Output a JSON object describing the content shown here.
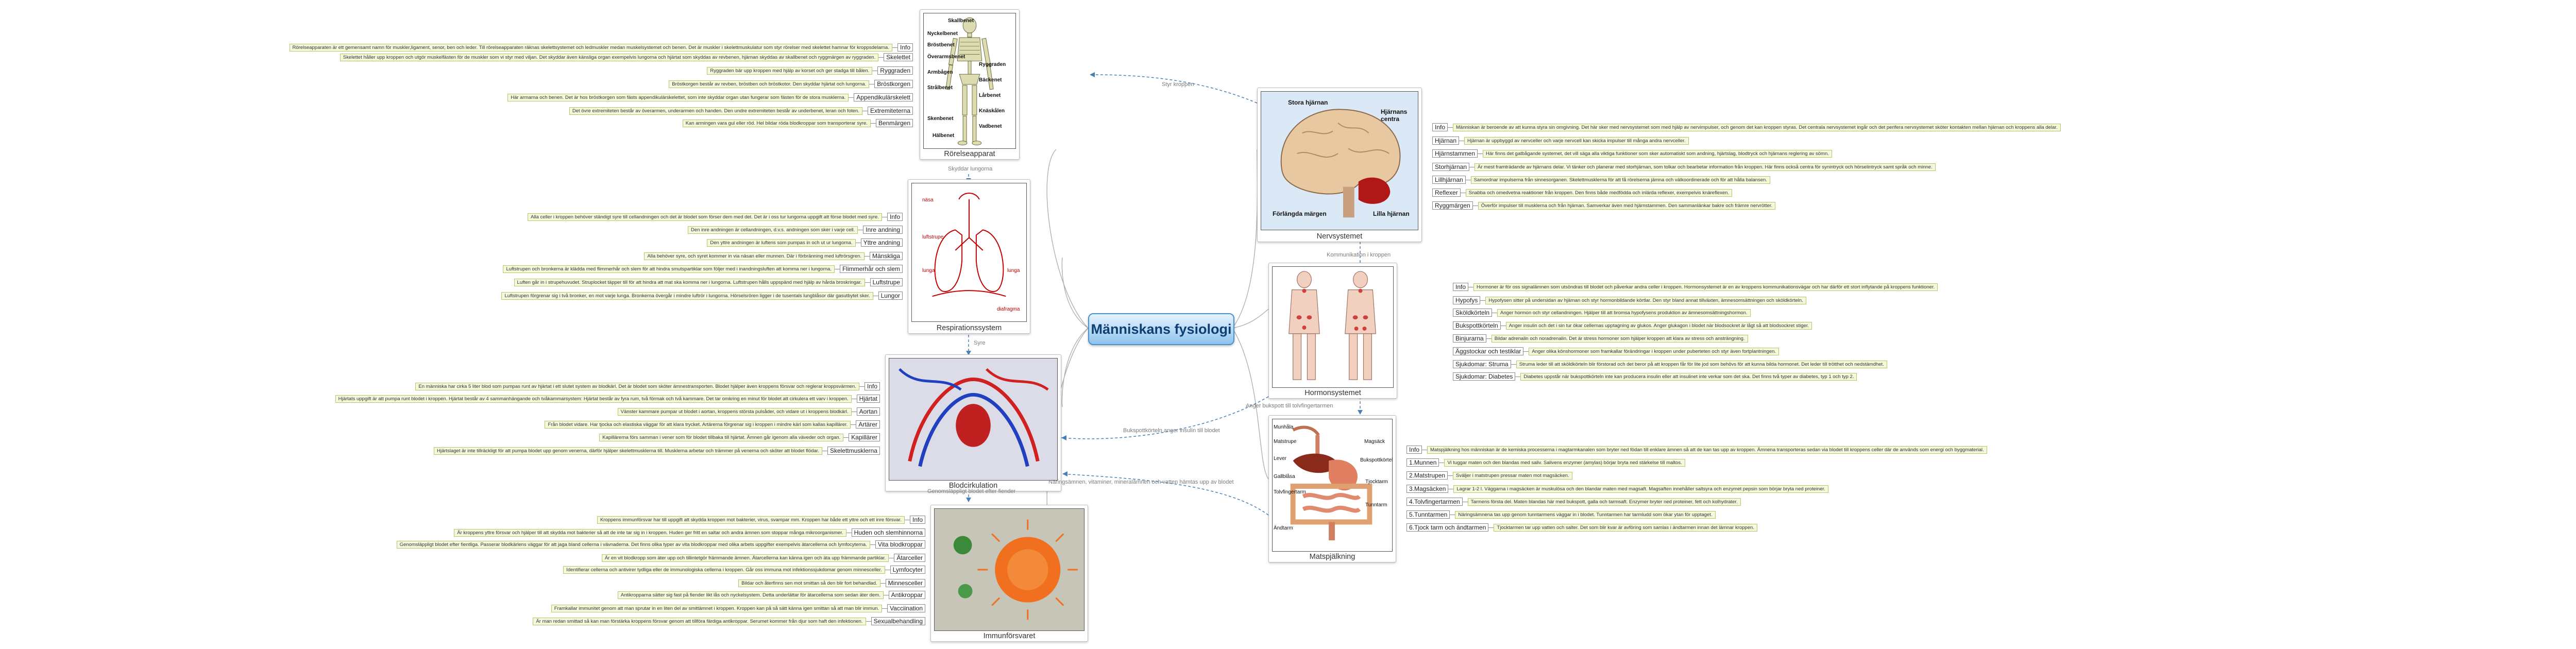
{
  "central_topic": "Människans fysiologi",
  "systems": {
    "rorelse": {
      "caption": "Rörelseapparat",
      "diagram_labels": [
        "Skallbenet",
        "Nyckelbenet",
        "Bröstbenet",
        "Överarmsbenet",
        "Ryggraden",
        "Bäckenet",
        "Armbågen",
        "Strålbenet",
        "Lårbenet",
        "Knäskålen",
        "Skenbenet",
        "Vadbenet",
        "Hälbenet"
      ],
      "items": [
        {
          "label": "Info",
          "note": "Rörelseapparaten är ett gemensamt namn för muskler,ligament, senor, ben och leder. Till rörelseapparaten räknas skelettsystemet och ledmuskler medan muskelsystemet och benen. Det är muskler i skelettmuskulatur som styr rörelser med skelettet hamnar för kroppsdelarna."
        },
        {
          "label": "Skelettet",
          "note": "Skelettet håller upp kroppen och utgör muskelfästen för de muskler som vi styr med viljan. Det skyddar även känsliga organ exempelvis lungorna och hjärtat som skyddas av revbenen, hjärnan skyddas av skallbenet och ryggmärgen av ryggraden."
        },
        {
          "label": "Ryggraden",
          "note": "Ryggraden bär upp kroppen med hjälp av korset och ger stadga till bålen."
        },
        {
          "label": "Bröstkorgen",
          "note": "Bröstkorgen består av revben, bröstben och bröstkotor. Den skyddar hjärtat och lungorna."
        },
        {
          "label": "Appendikulärskelett",
          "note": "Här armarna och benen. Det är hos bröstkorgen som fästs appendikulärskelettet, som inte skyddar organ utan fungerar som fästen för de stora musklerna."
        },
        {
          "label": "Extremiteterna",
          "note": "Det övre extremiteten består av överarmen, underarmen och handen. Den undre extremiteten består av underbenet, leran och foten."
        },
        {
          "label": "Benmärgen",
          "note": "Kan armingen vara gul eller röd. Hel bildar röda blodkroppar som transporterar syre."
        }
      ]
    },
    "respiration": {
      "caption": "Respirationssystem",
      "diagram_labels": [
        "näsa",
        "luftstrupe",
        "lunga",
        "lunga",
        "diafragma"
      ],
      "items": [
        {
          "label": "Info",
          "note": "Alla celler i kroppen behöver ständigt syre till cellandningen och det är blodet som förser dem med det. Det är i oss tur lungorna uppgift att förse blodet med syre."
        },
        {
          "label": "Inre andning",
          "note": "Den inre andningen är cellandningen, d.v.s. andningen som sker i varje cell."
        },
        {
          "label": "Yttre andning",
          "note": "Den yttre andningen är luftens som pumpas in och ut ur lungorna."
        },
        {
          "label": "Mänskliga",
          "note": "Alla behöver syre, och syret kommer in via näsan eller munnen. Där i förbränning med luftrörsgren."
        },
        {
          "label": "Flimmerhår och slem",
          "note": "Luftstrupen och bronkerna är klädda med flimmerhår och slem för att hindra smutspartiklar som följer med i inandningsluften att komma ner i lungorna."
        },
        {
          "label": "Luftstrupe",
          "note": "Luften går in i strupehuvudet. Struplocket täpper till för att hindra att mat ska komma ner i lungorna. Luftstrupen hålls uppspänd med hjälp av hårda broskringar."
        },
        {
          "label": "Lungor",
          "note": "Luftstrupen förgrenar sig i två bronker, en mot varje lunga. Bronkerna övergår i mindre luftrör i lungorna. Hörselsrören ligger i de tusentals lungblåsor där gasutbytet sker."
        }
      ]
    },
    "blod": {
      "caption": "Blodcirkulation",
      "items": [
        {
          "label": "Info",
          "note": "En människa har cirka 5 liter blod som pumpas runt av hjärtat i ett slutet system av blodkärl. Det är blodet som sköter ämnestransporten. Blodet hjälper även kroppens försvar och reglerar kroppsvärmen."
        },
        {
          "label": "Hjärtat",
          "note": "Hjärtats uppgift är att pumpa runt blodet i kroppen. Hjärtat består av 4 sammanhängande och tvåkammarsystem: Hjärtat består av fyra rum, två förmak och två kammare. Det tar omkring en minut för blodet att cirkulera ett varv i kroppen."
        },
        {
          "label": "Aortan",
          "note": "Vänster kammare pumpar ut blodet i aortan, kroppens största pulsåder, och vidare ut i kroppens blodkärl."
        },
        {
          "label": "Artärer",
          "note": "Från blodet vidare. Har tjocka och elastiska väggar för att klara trycket. Artärerna förgrenar sig i kroppen i mindre kärl som kallas kapillärer."
        },
        {
          "label": "Kapillärer",
          "note": "Kapillärerna förs samman i vener som för blodet tillbaka till hjärtat. Ämnen går igenom alla väveder och organ."
        },
        {
          "label": "Skelettmusklerna",
          "note": "Hjärtslaget är inte tillräckligt för att pumpa blodet upp genom venerna, därför hjälper skelettmusklerna till. Musklerna arbetar och trämmer på venerna och sköter att blodet flödar."
        }
      ]
    },
    "immun": {
      "caption": "Immunförsvaret",
      "items": [
        {
          "label": "Info",
          "note": "Kroppens immunförsvar har till uppgift att skydda kroppen mot bakterier, virus, svampar mm. Kroppen har både ett yttre och ett inre försvar."
        },
        {
          "label": "Huden och slemhinnorna",
          "note": "Är kroppens yttre försvar och hjälper till att skydda mot bakterier så att de inte tar sig in i kroppen. Huden ger fritt en saltar och andra ämnen som stoppar många mikroorganismer."
        },
        {
          "label": "Vita blodkroppar",
          "note": "Genomsläppligt blodet efter fientliga. Passerar blodkärlens väggar för att jaga bland cellerna i vävnaderna. Det finns olika typer av vita blodkroppar med olika arbets uppgifter exempelvis ätarcellerna och lymfocyterna."
        },
        {
          "label": "Ätarceller",
          "note": "Är en vit blodkropp som äter upp och tillintetgör främmande ämnen. Ätarcellerna kan känna igen och äta upp främmande partiklar."
        },
        {
          "label": "Lymfocyter",
          "note": "Identifierar cellerna och antivirer tydliga eller de immunologiska cellerna i kroppen. Går oss immuna mot infektionssjukdomar genom minnesceller."
        },
        {
          "label": "Minnesceller",
          "note": "Bildar och återfinns sen mot smittan så den blir fort behandlad."
        },
        {
          "label": "Antikroppar",
          "note": "Antikropparna sätter sig fast på fiender likt lås och nyckelsystem. Detta underlättar för ätarcellerna som sedan äter dem."
        },
        {
          "label": "Vacciination",
          "note": "Framkallar immunitet genom att man sprutar in en liten del av smittämnet i kroppen. Kroppen kan på så sätt känna igen smittan så att man blir immun."
        },
        {
          "label": "Sexualbehandling",
          "note": "Är man redan smittad så kan man förstärka kroppens försvar genom att tillföra färdiga antikroppar. Serumet kommer från djur som haft den infektionen."
        }
      ]
    },
    "nerv": {
      "caption": "Nervsystemet",
      "diagram_labels": [
        "Stora hjärnan",
        "Hjärnans centra",
        "Förlängda märgen",
        "Lilla hjärnan"
      ],
      "items": [
        {
          "label": "Info",
          "note": "Människan är beroende av att kunna styra sin omgivning. Det här sker med nervsystemet som med hjälp av nervimpulser, och genom det kan kroppen styras. Det centrala nervsystemet ingår och det perifera nervsystemet sköter kontakten mellan hjärnan och kroppens alla delar."
        },
        {
          "label": "Hjärnan",
          "note": "Hjärnan är uppbyggd av nervceller och varje nervcell kan skicka impulser till många andra nervceller."
        },
        {
          "label": "Hjärnstammen",
          "note": "Här finns det gatbågande systemet, det vill säga alla viktiga funktioner som sker automatiskt som andning, hjärtslag, blodtryck och hjärnans reglering av sömn."
        },
        {
          "label": "Storhjärnan",
          "note": "Är mest framträdande av hjärnans delar. Vi tänker och planerar med storhjärnan, som tolkar och bearbetar information från kroppen. Här finns också centra för synintryck och hörselintryck samt språk och minne."
        },
        {
          "label": "Lillhjärnan",
          "note": "Samordnar impulserna från sinnesorganen. Skelettmusklerna för att få rörelserna jämna och välkoordinerade och för att hålla balansen."
        },
        {
          "label": "Reflexer",
          "note": "Snabba och omedvetna reaktioner från kroppen. Den finns både medfödda och inlärda reflexer, exempelvis knäreflexen."
        },
        {
          "label": "Ryggmärgen",
          "note": "Överför impulser till musklerna och från hjärnan. Samverkar även med hjärnstammen. Den sammanlänkar bakre och främre nervrötter."
        }
      ]
    },
    "hormon": {
      "caption": "Hormonsystemet",
      "items": [
        {
          "label": "Info",
          "note": "Hormoner är för oss signalämnen som utsöndras till blodet och påverkar andra celler i kroppen. Hormonsystemet är en av kroppens kommunikationsvägar och har därför ett stort inflytande på kroppens funktioner."
        },
        {
          "label": "Hypofys",
          "note": "Hypofysen sitter på undersidan av hjärnan och styr hormonbildande körtlar. Den styr bland annat tillväxten, ämnesomsättningen och sköldkörteln."
        },
        {
          "label": "Sköldkörteln",
          "note": "Anger hormon och styr cellandningen. Hjälper till att bromsa hypofysens produktion av ämnesomsättningshormon."
        },
        {
          "label": "Bukspottkörteln",
          "note": "Anger insulin och det i sin tur ökar cellernas upptagning av glukos. Anger glukagon i blodet när blodsockret är lågt så att blodsockret stiger."
        },
        {
          "label": "Binjurarna",
          "note": "Bildar adrenalin och noradrenalin. Det är stress hormoner som hjälper kroppen att klara av stress och ansträngning."
        },
        {
          "label": "Äggstockar och testiklar",
          "note": "Anger olika könshormoner som framkallar förändringar i kroppen under puberteten och styr även fortplantningen."
        },
        {
          "label": "Sjukdomar: Struma",
          "note": "Struma leder till att sköldkörteln blir förstorad och det beror på att kroppen får för lite jod som behövs för att kunna bilda hormonet. Det leder till trötthet och nedstämdhet."
        },
        {
          "label": "Sjukdomar: Diabetes",
          "note": "Diabetes uppstår när bukspottkörteln inte kan producera insulin eller att insulinet inte verkar som det ska. Det finns två typer av diabetes, typ 1 och typ 2."
        }
      ]
    },
    "mat": {
      "caption": "Matspjälkning",
      "diagram_labels": [
        "Munhåla",
        "Matstrupe",
        "Lever",
        "Magsäck",
        "Gallblåsa",
        "Bukspottkörtel",
        "Tolvfingertarm",
        "Tjocktarm",
        "Tunntarm",
        "Ändtarm"
      ],
      "items": [
        {
          "label": "Info",
          "note": "Matspjälkning hos människan är de kemiska processerna i magtarmkanalen som bryter ned födan till enklare ämnen så att de kan tas upp av kroppen. Ämnena transporteras sedan via blodet till kroppens celler där de används som energi och byggmaterial."
        },
        {
          "label": "1.Munnen",
          "note": "Vi tuggar maten och den blandas med saliv. Salivens enzymer (amylas) börjar bryta ned stärkelse till maltos."
        },
        {
          "label": "2.Matstrupen",
          "note": "Sväljer i matstrupen pressar maten mot magsäcken."
        },
        {
          "label": "3.Magsäcken",
          "note": "Lagrar 1-2 l. Väggarna i magsäcken är muskulösa och den blandar maten med magsaft. Magsaften innehåller saltsyra och enzymet pepsin som börjar bryta ned proteiner."
        },
        {
          "label": "4.Tolvfingertarmen",
          "note": "Tarmens första del. Maten blandas här med bukspott, galla och tarmsaft. Enzymer bryter ned proteiner, fett och kolhydrater."
        },
        {
          "label": "5.Tunntarmen",
          "note": "Näringsämnena tas upp genom tunntarmens väggar in i blodet. Tunntarmen har tarmludd som ökar ytan för upptaget."
        },
        {
          "label": "6.Tjock tarm och ändtarmen",
          "note": "Tjocktarmen tar upp vatten och salter. Det som blir kvar är avföring som samlas i ändtarmen innan det lämnar kroppen."
        }
      ]
    }
  },
  "relations": [
    "Styr kroppen",
    "Skyddar lungorna",
    "Syre",
    "Kommunikation i kroppen",
    "Anger bukspott till tolvfingertarmen",
    "Bukspottkörteln anger insulin till blodet",
    "Näringsämnen, vitaminer, mineralämnen och vatten hämtas upp av blodet",
    "Genomsläppligt blodet efter fiender"
  ]
}
